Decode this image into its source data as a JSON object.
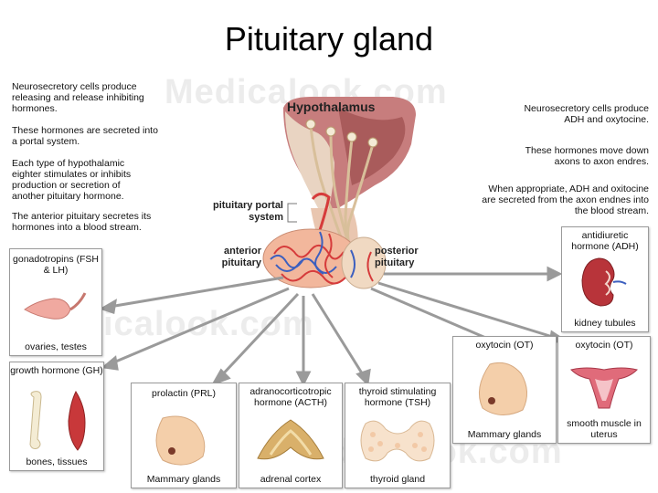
{
  "title": "Pituitary gland",
  "watermarks": [
    "Medicalook.com",
    "Medicalook.com",
    "Medicalook.com"
  ],
  "left_notes": [
    "Neurosecretory cells produce releasing and release inhibiting hormones.",
    "These hormones are secreted into a portal system.",
    "Each type of hypothalamic eighter stimulates or inhibits production or secretion of another pituitary hormone.",
    "The anterior pituitary secretes its hormones into a blood stream."
  ],
  "right_notes": [
    "Neurosecretory cells produce ADH and oxytocine.",
    "These hormones move down axons to axon endres.",
    "When appropriate, ADH and oxitocine are secreted from the axon endnes into the blood stream."
  ],
  "labels": {
    "hypothalamus": "Hypothalamus",
    "portal_system": "pituitary portal system",
    "anterior": "anterior pituitary",
    "posterior": "posterior pituitary"
  },
  "boxes": {
    "gonadotropins": {
      "title": "gonadotropins (FSH & LH)",
      "caption": "ovaries, testes"
    },
    "growth": {
      "title": "growth hormone (GH)",
      "caption": "bones, tissues"
    },
    "prolactin": {
      "title": "prolactin (PRL)",
      "caption": "Mammary glands"
    },
    "acth": {
      "title": "adranocorticotropic hormone (ACTH)",
      "caption": "adrenal cortex"
    },
    "tsh": {
      "title": "thyroid stimulating hormone (TSH)",
      "caption": "thyroid gland"
    },
    "oxytocin_mammary": {
      "title": "oxytocin (OT)",
      "caption": "Mammary glands"
    },
    "oxytocin_uterus": {
      "title": "oxytocin (OT)",
      "caption": "smooth muscle in uterus"
    },
    "adh": {
      "title": "antidiuretic hormone (ADH)",
      "caption": "kidney tubules"
    }
  }
}
